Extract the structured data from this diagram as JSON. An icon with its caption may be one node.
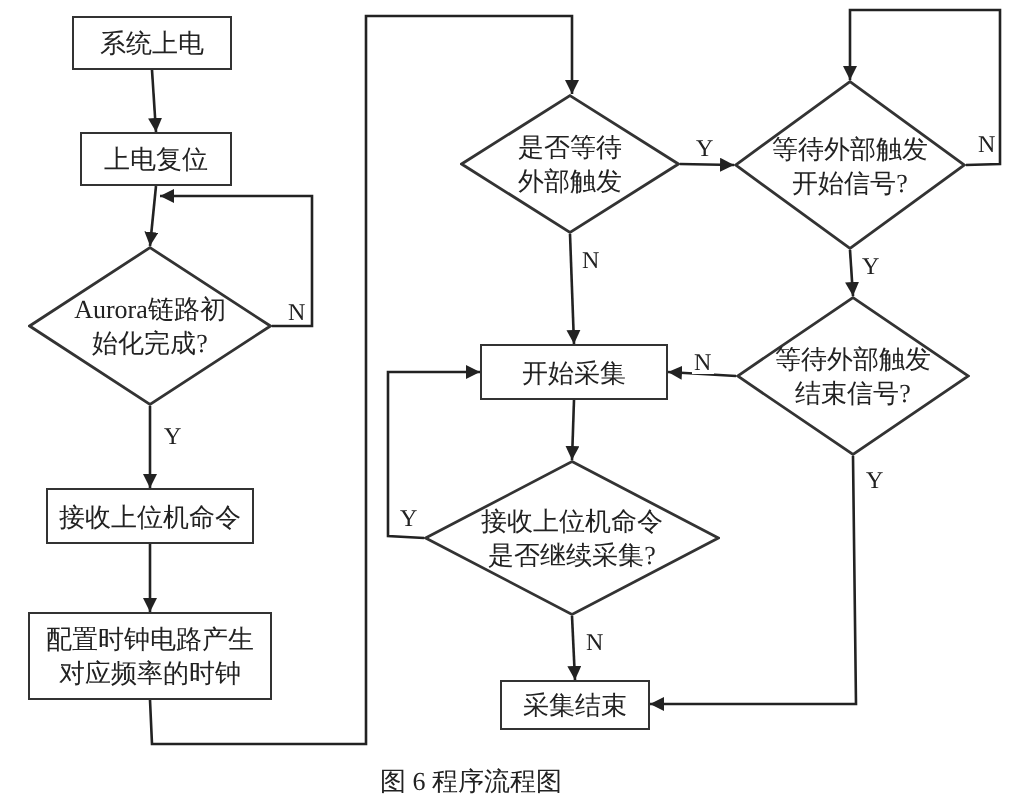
{
  "diagram": {
    "caption": "图 6 程序流程图",
    "nodes": [
      {
        "text": [
          "系统上电"
        ]
      },
      {
        "text": [
          "上电复位"
        ]
      },
      {
        "text": [
          "Aurora链路初始化完成?"
        ]
      },
      {
        "text": [
          "接收上位机命令"
        ]
      },
      {
        "text": [
          "配置时钟电路产生对应频率的时钟"
        ]
      },
      {
        "text": [
          "是否等待外部触发"
        ]
      },
      {
        "text": [
          "等待外部触发开始信号?"
        ]
      },
      {
        "text": [
          "等待外部触发结束信号?"
        ]
      },
      {
        "text": [
          "开始采集"
        ]
      },
      {
        "text": [
          "接收上位机命令是否继续采集?"
        ]
      },
      {
        "text": [
          "采集结束"
        ]
      }
    ],
    "edges": [
      {
        "from": 0,
        "to": 1,
        "arrow": "to"
      },
      {
        "from": 1,
        "to": 2,
        "arrow": "to"
      },
      {
        "from": 2,
        "to": 1,
        "arrow": "to",
        "label": "N"
      },
      {
        "from": 2,
        "to": 3,
        "arrow": "to",
        "label": "Y"
      },
      {
        "from": 3,
        "to": 4,
        "arrow": "to"
      },
      {
        "from": 4,
        "to": 5,
        "arrow": "to"
      },
      {
        "from": 5,
        "to": 6,
        "arrow": "to",
        "label": "Y"
      },
      {
        "from": 5,
        "to": 8,
        "arrow": "to",
        "label": "N"
      },
      {
        "from": 6,
        "to": 6,
        "arrow": "to",
        "label": "N"
      },
      {
        "from": 6,
        "to": 7,
        "arrow": "to",
        "label": "Y"
      },
      {
        "from": 7,
        "to": 8,
        "arrow": "to",
        "label": "N"
      },
      {
        "from": 7,
        "to": 10,
        "arrow": "to",
        "label": "Y"
      },
      {
        "from": 8,
        "to": 9,
        "arrow": "to"
      },
      {
        "from": 9,
        "to": 8,
        "arrow": "to",
        "label": "Y"
      },
      {
        "from": 9,
        "to": 10,
        "arrow": "to",
        "label": "N"
      }
    ]
  }
}
